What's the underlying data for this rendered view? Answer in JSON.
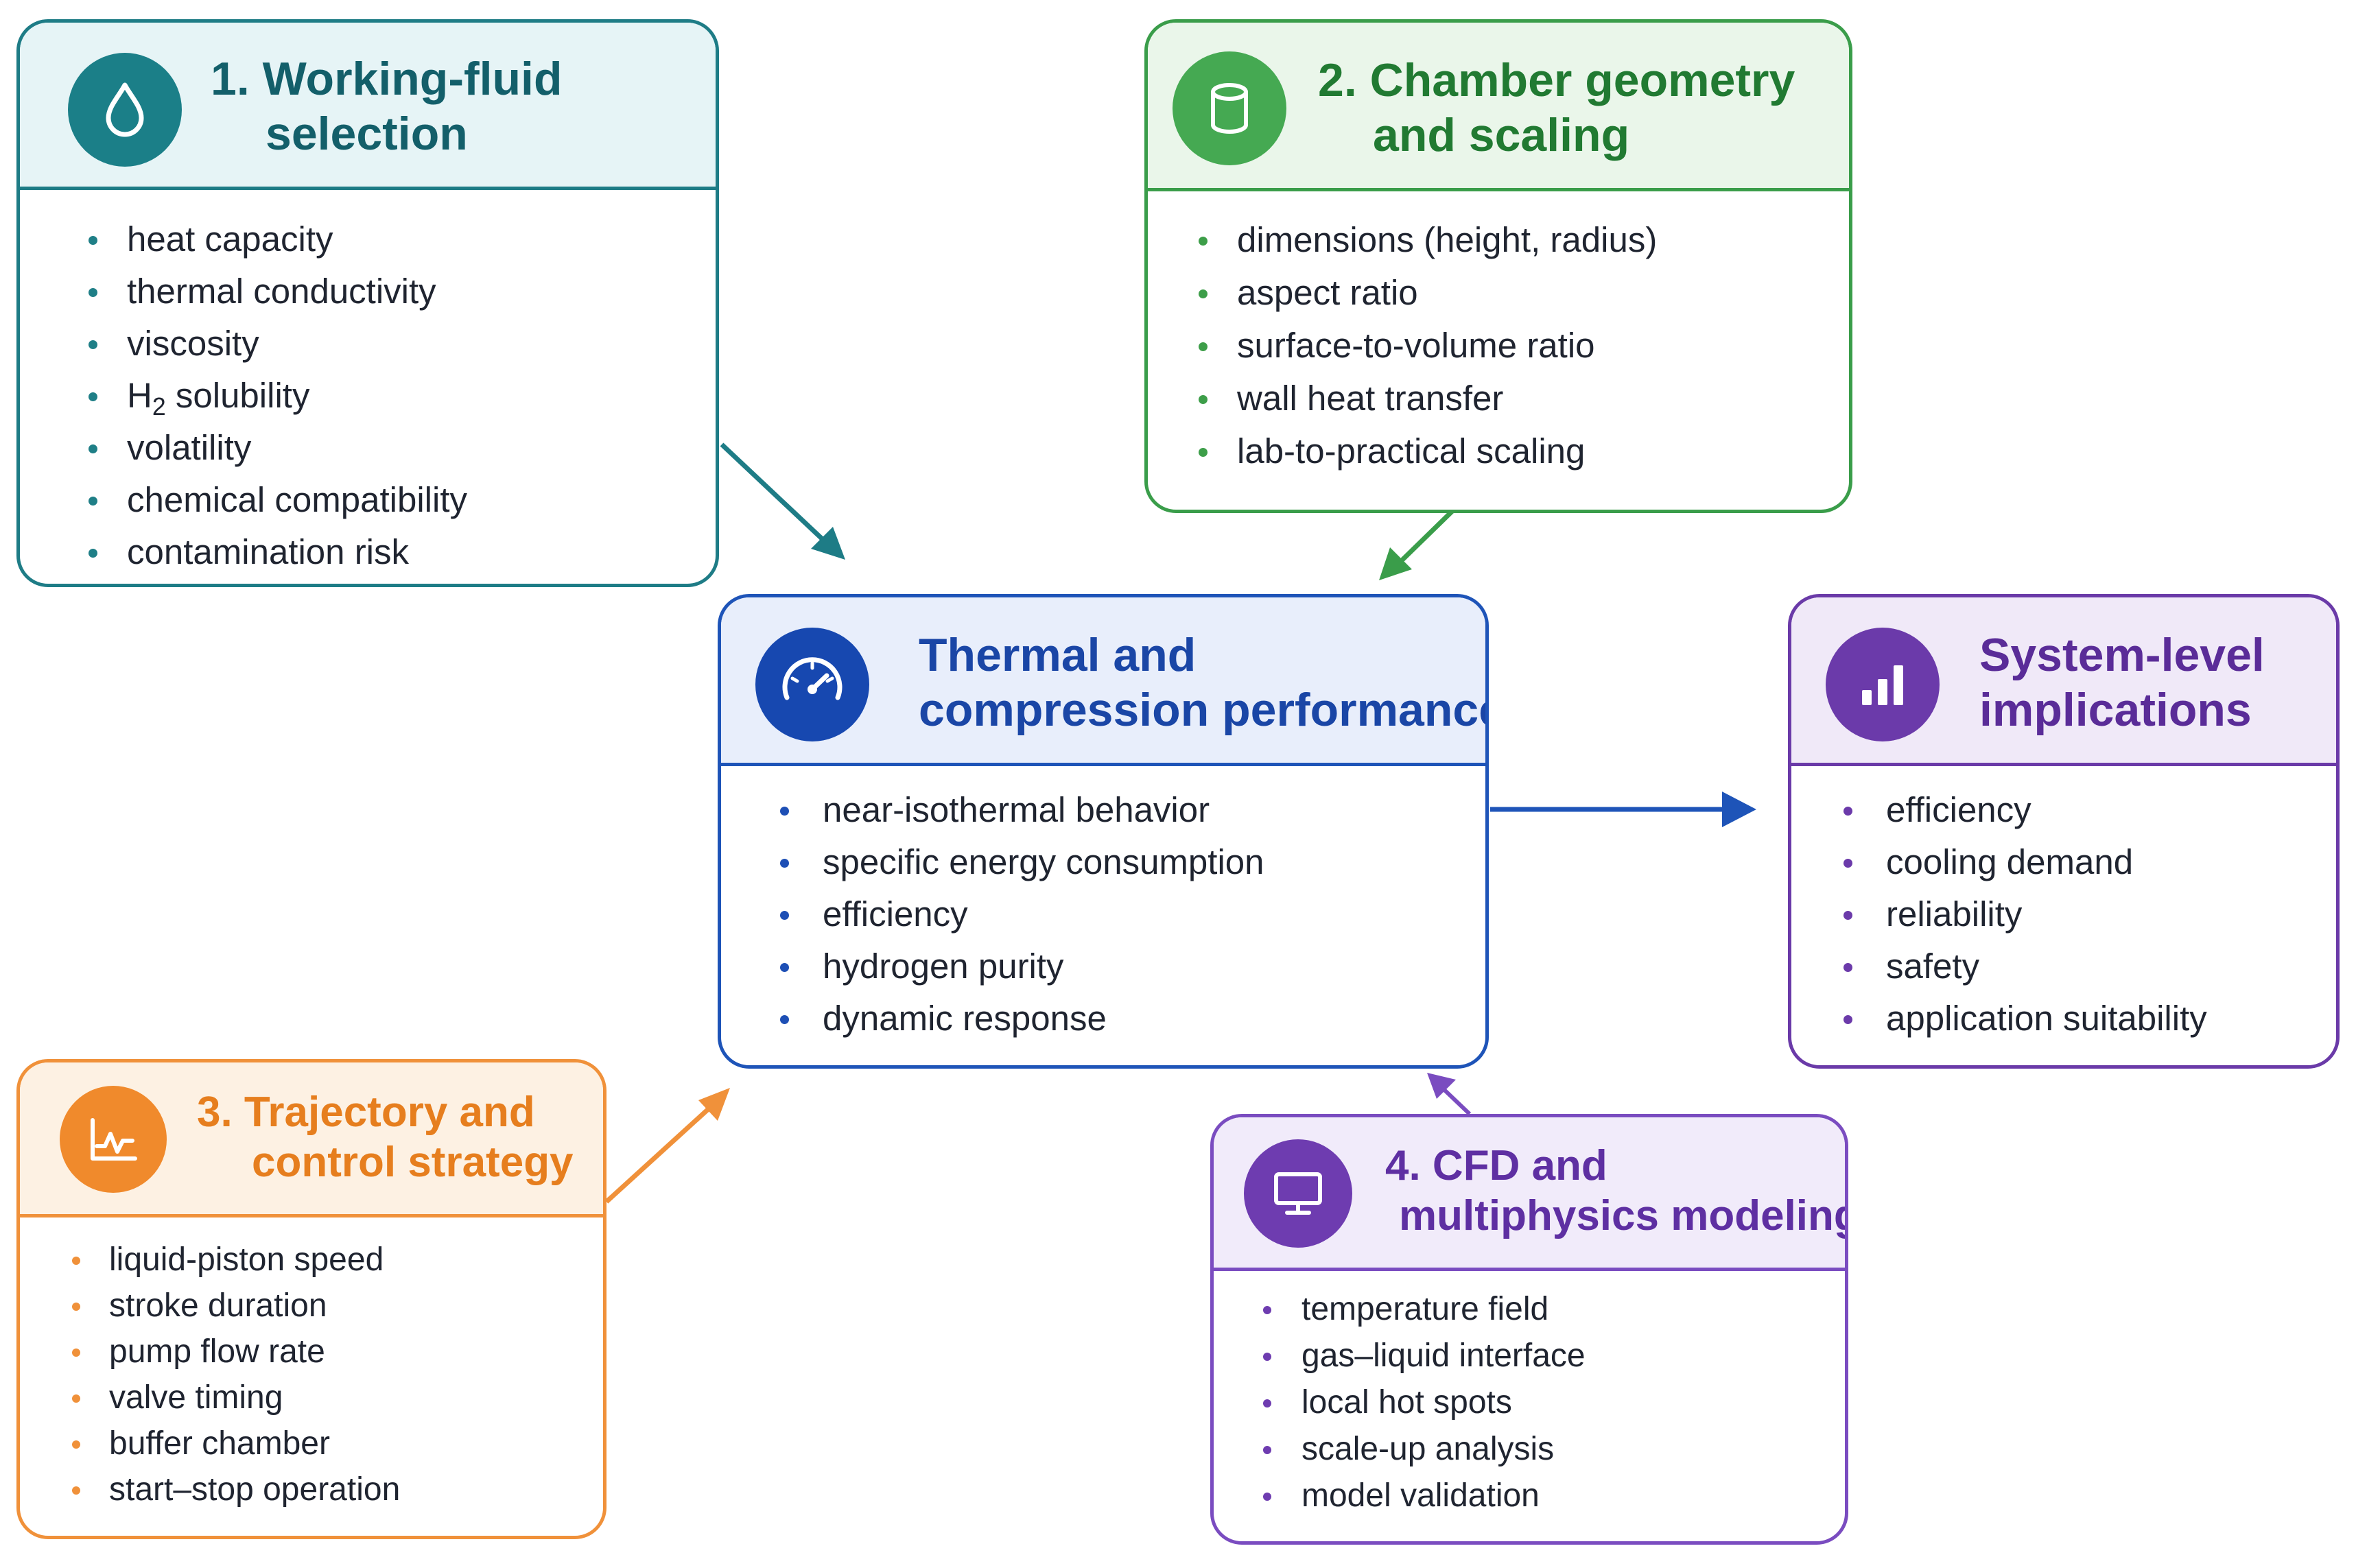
{
  "colors": {
    "teal": "#1e7c86",
    "green": "#3a9d4a",
    "blue": "#1e54b8",
    "purple": "#6a3aa8",
    "orange": "#f0913a",
    "violet": "#7a4cc0"
  },
  "working_fluid": {
    "icon": "droplet-icon",
    "title_line1": "1. Working-fluid",
    "title_line2": "selection",
    "items": [
      "heat capacity",
      "thermal conductivity",
      "viscosity",
      "H",
      "volatility",
      "chemical compatibility",
      "contamination risk"
    ],
    "h2_sub": "2",
    "h2_rest": " solubility"
  },
  "chamber": {
    "icon": "cylinder-icon",
    "title_line1": "2. Chamber geometry",
    "title_line2": "and scaling",
    "items": [
      "dimensions (height, radius)",
      "aspect ratio",
      "surface-to-volume ratio",
      "wall heat transfer",
      "lab-to-practical scaling"
    ]
  },
  "performance": {
    "icon": "gauge-icon",
    "title_line1": "Thermal and",
    "title_line2": "compression performance",
    "items": [
      "near-isothermal behavior",
      "specific energy consumption",
      "efficiency",
      "hydrogen purity",
      "dynamic response"
    ]
  },
  "system": {
    "icon": "bar-chart-icon",
    "title_line1": "System-level",
    "title_line2": "implications",
    "items": [
      "efficiency",
      "cooling demand",
      "reliability",
      "safety",
      "application suitability"
    ]
  },
  "trajectory": {
    "icon": "waveform-icon",
    "title_line1": "3. Trajectory and",
    "title_line2": "control strategy",
    "items": [
      "liquid-piston speed",
      "stroke duration",
      "pump flow rate",
      "valve timing",
      "buffer chamber",
      "start–stop operation"
    ]
  },
  "cfd": {
    "icon": "monitor-icon",
    "title_line1": "4. CFD and",
    "title_line2": "multiphysics modeling",
    "items": [
      "temperature field",
      "gas–liquid interface",
      "local hot spots",
      "scale-up analysis",
      "model validation"
    ]
  }
}
